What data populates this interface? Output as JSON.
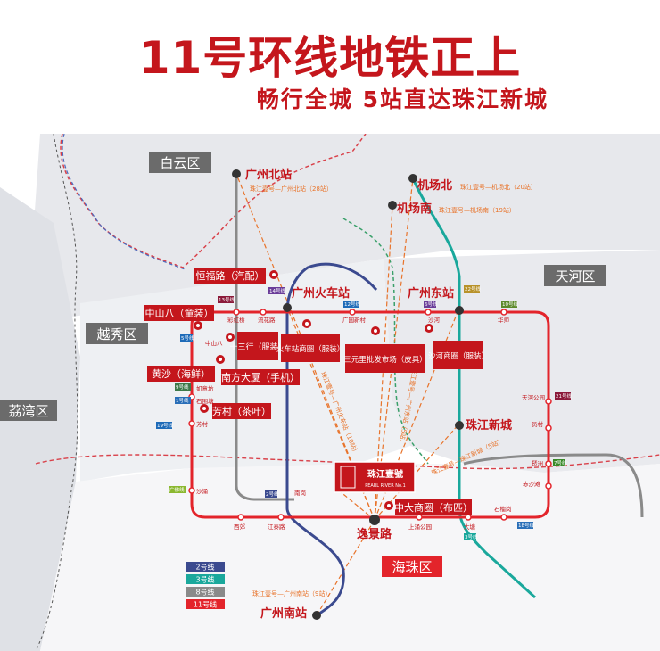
{
  "header": {
    "title": "11号环线地铁正上",
    "subtitle": "畅行全城  5站直达珠江新城"
  },
  "districts": {
    "baiyun": "白云区",
    "tianhe": "天河区",
    "yuexiu": "越秀区",
    "liwan": "荔湾区",
    "haizhu": "海珠区"
  },
  "major_stations": {
    "guangzhou_north": "广州北站",
    "airport_north": "机场北",
    "airport_south": "机场南",
    "guangzhou_railway": "广州火车站",
    "guangzhou_east": "广州东站",
    "zhujiang_newtown": "珠江新城",
    "yijing_road": "逸景路",
    "guangzhou_south": "广州南站"
  },
  "route_notes": {
    "north": "珠江壹号—广州北站（28站）",
    "airport_north": "珠江壹号—机场北（20站）",
    "airport_south": "珠江壹号—机场南（19站）",
    "south": "珠江壹号—广州南站（9站）",
    "east_diag": "珠江壹号—广州东站（5站）",
    "railway_diag": "珠江壹号—广州火车站（10站）",
    "right_diag": "珠江壹号—珠江新城（5站）"
  },
  "hotspots": {
    "hengfu": "恒福路（汽配）",
    "zhongshan8": "中山八（童装）",
    "shisanhang": "十三行（服装）",
    "huangsha": "黄沙（海鲜）",
    "nanfang": "南方大厦（手机）",
    "fangcun": "芳村（茶叶）",
    "huochezhan": "火车站商圈（服装）",
    "sanyuanli": "三元里批发市场（皮具）",
    "shahe": "沙河商圈（服装）",
    "zhongda": "中大商圈（布匹）"
  },
  "project": {
    "name": "珠江壹號",
    "tagline": "PEARL RIVER No.1"
  },
  "small_stations": {
    "caihong": "彩虹桥",
    "liuhua": "流花路",
    "guangyuan": "广园新村",
    "shahe": "沙河",
    "huajing": "华师",
    "zhongshan8": "中山八",
    "ruyifang": "如意坊",
    "shiweitang": "石围塘",
    "fangcun": "芳村",
    "shachong": "沙涌",
    "tianhe_park": "天河公园",
    "yuancun": "员村",
    "chisha": "赤沙滩",
    "pazhou": "琶洲",
    "shigangcun": "石榴岗",
    "datang": "大塘",
    "shangchong": "上涌公园",
    "xijiao": "西郊",
    "jiangtai": "江泰路",
    "nangang": "南岗",
    "guangzhou_south_small": "广州南站"
  },
  "line_tags": {
    "l13": "13号线",
    "l14": "14号线",
    "l12": "12号线",
    "l5": "5号线",
    "l6": "6号线",
    "l22": "22号线",
    "l10": "10号线",
    "l9": "9号线",
    "l1": "1号线",
    "l19": "19号线",
    "l21": "21号线",
    "l18": "18号线",
    "l2": "2号线",
    "l7": "7号线",
    "l3": "3号线",
    "lgf": "广佛线"
  },
  "legend": {
    "items": [
      {
        "label": "2号线",
        "color": "#3b4a8f"
      },
      {
        "label": "3号线",
        "color": "#1aa89c"
      },
      {
        "label": "8号线",
        "color": "#8a8a8a"
      },
      {
        "label": "11号线",
        "color": "#e3242b"
      }
    ]
  },
  "colors": {
    "brand_red": "#c4161c",
    "line11": "#e3242b",
    "line2": "#3b4a8f",
    "line3": "#1aa89c",
    "line8": "#8a8a8a",
    "orange": "#e8732a"
  }
}
